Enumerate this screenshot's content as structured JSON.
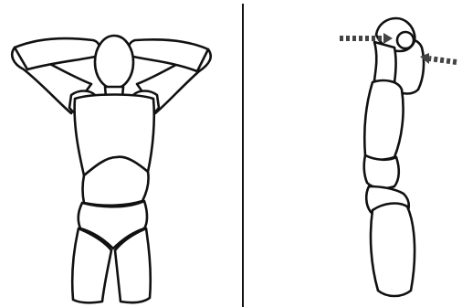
{
  "colors": {
    "background": "#ffffff",
    "ink": "#111111",
    "arrow": "#444444"
  },
  "panels": [
    {
      "view": "front",
      "pose": "hands-behind-head"
    },
    {
      "view": "side",
      "pose": "hands-behind-head"
    }
  ],
  "arrows": [
    {
      "icon": "dashed-arrow-right-icon",
      "direction": "right"
    },
    {
      "icon": "dashed-arrow-left-icon",
      "direction": "left"
    }
  ]
}
